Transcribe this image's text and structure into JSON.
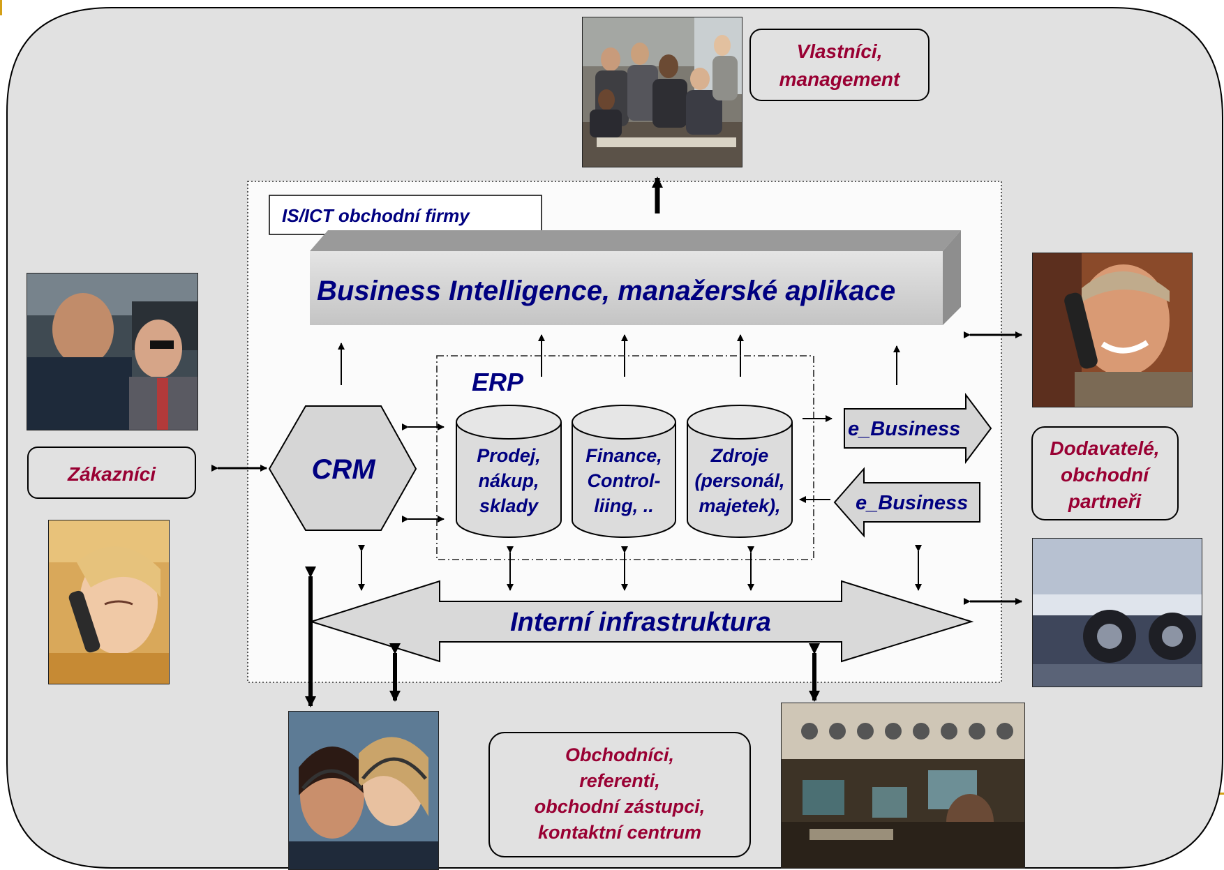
{
  "colors": {
    "background": "#e1e1e1",
    "panel": "#fbfbfb",
    "navy_text": "#000080",
    "maroon_text": "#990033",
    "accent_gold": "#d4a017",
    "shape_fill": "#d6d6d6"
  },
  "diagram": {
    "is_ict_label": "IS/ICT obchodní firmy",
    "bi_label": "Business Intelligence, manažerské aplikace",
    "erp_label": "ERP",
    "crm_label": "CRM",
    "infrastructure_label": "Interní infrastruktura",
    "ebusiness_out_label": "e_Business",
    "ebusiness_in_label": "e_Business",
    "db_sales": [
      "Prodej,",
      "nákup,",
      "sklady"
    ],
    "db_finance": [
      "Finance,",
      "Control-",
      "liing, .."
    ],
    "db_resources": [
      "Zdroje",
      "(personál,",
      "majetek),"
    ]
  },
  "actors": {
    "owners": [
      "Vlastníci,",
      "management"
    ],
    "customers": [
      "Zákazníci"
    ],
    "suppliers": [
      "Dodavatelé,",
      "obchodní",
      "partneři"
    ],
    "sales": [
      "Obchodníci,",
      "referenti,",
      "obchodní zástupci,",
      "kontaktní centrum"
    ]
  },
  "photos": {
    "owners": "photo-business-meeting",
    "customers_top": "photo-two-men-talking",
    "customers_bottom": "photo-woman-on-phone",
    "suppliers_top": "photo-man-on-phone",
    "suppliers_bottom": "photo-truck-wheels",
    "sales_left": "photo-call-center-agents",
    "sales_right": "photo-control-room"
  }
}
